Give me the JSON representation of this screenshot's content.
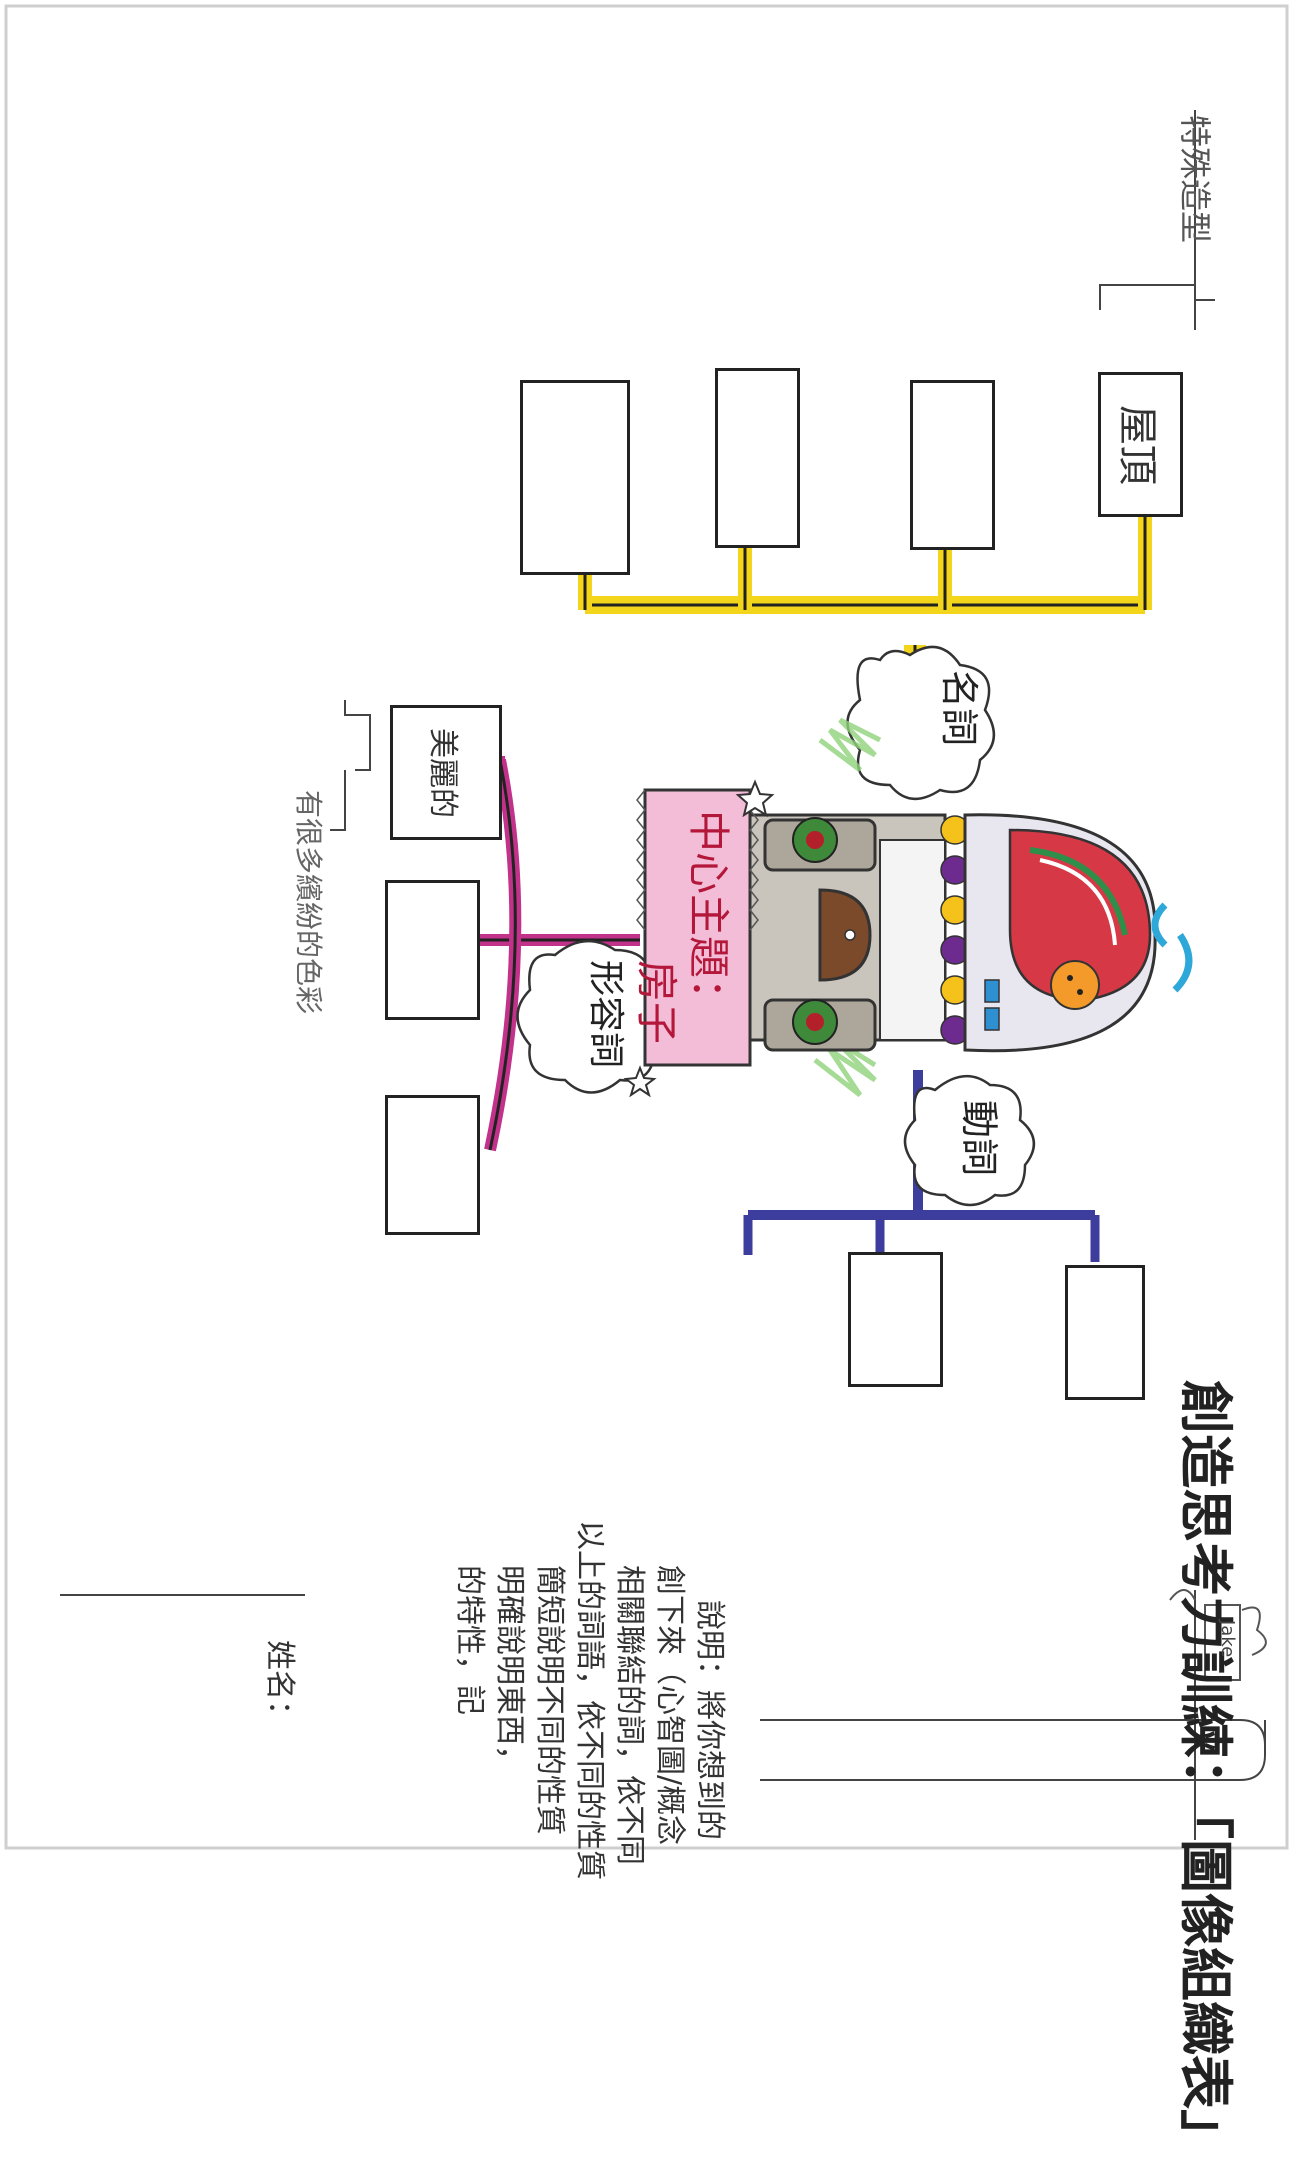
{
  "worksheet": {
    "title": "創造思考力訓練：「圖像組織表」",
    "name_label": "姓名：",
    "instructions": [
      "說明：將你想到的",
      "創下來（心智圖/概念",
      "相關聯結的詞，依不同",
      "以上的詞語，依不同的性質",
      "簡短說明不同的性質",
      "明確說明東西，",
      "的特性，記"
    ],
    "stamp": "Jake"
  },
  "center": {
    "label": "中心主題：房子",
    "title_line1": "中心主題：",
    "title_line2": "房子"
  },
  "branches": {
    "noun": {
      "label": "名詞",
      "color": "#f3d51b",
      "boxes": [
        "屋頂",
        "",
        "",
        ""
      ]
    },
    "verb": {
      "label": "動詞",
      "color": "#3d3d9e",
      "boxes": [
        "",
        ""
      ]
    },
    "adjective": {
      "label": "形容詞",
      "color": "#c2318a",
      "boxes": [
        "美麗的",
        "",
        ""
      ],
      "note": "有很多繽紛的色彩"
    }
  },
  "margin_note": "特殊造型"
}
